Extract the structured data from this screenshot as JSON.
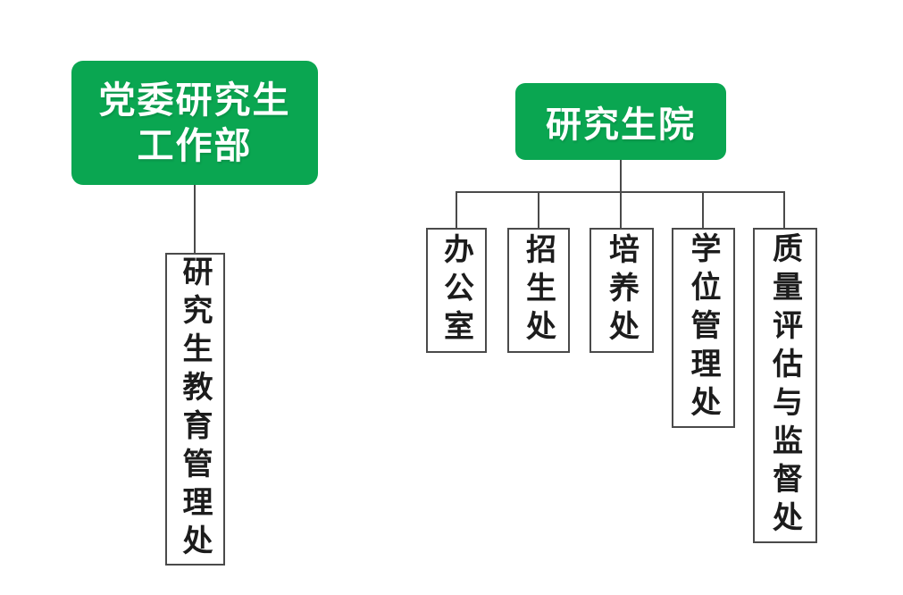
{
  "colors": {
    "green": "#0aa651",
    "line": "#4a4a4a",
    "ink": "#1c1c1c"
  },
  "left_branch": {
    "parent_label": "党委研究生\n工作部",
    "child_label": "研究生教育管理处"
  },
  "right_branch": {
    "parent_label": "研究生院",
    "children": [
      "办公室",
      "招生处",
      "培养处",
      "学位管理处",
      "质量评估与监督处"
    ]
  }
}
